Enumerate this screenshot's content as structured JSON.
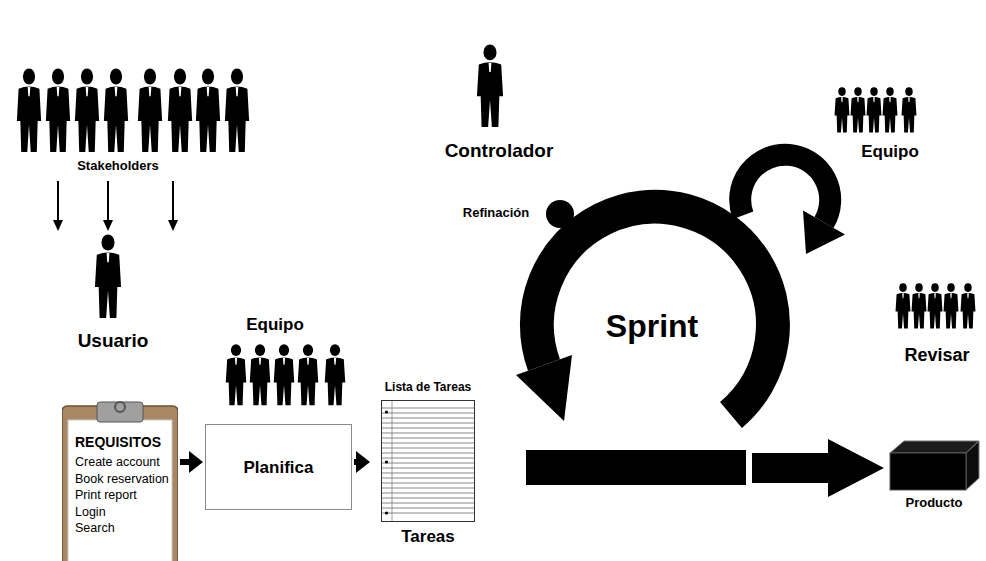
{
  "diagram": {
    "nodes": [
      {
        "text": [
          "REQUISITOS",
          "Create account",
          "Book reservation",
          "Print report",
          "Login",
          "Search"
        ]
      },
      {
        "text": [
          "Planifica"
        ]
      },
      {
        "text": [
          "Lista de Tareas",
          "Tareas"
        ]
      },
      {
        "text": [
          "Sprint"
        ]
      },
      {
        "text": [
          "Producto"
        ]
      }
    ],
    "edges": [
      {
        "from": 0,
        "to": 1,
        "arrow": "to"
      },
      {
        "from": 1,
        "to": 2,
        "arrow": "to"
      },
      {
        "from": 3,
        "to": 4,
        "arrow": "to"
      }
    ],
    "labels": [
      "Stakeholders",
      "Controlador",
      "Equipo",
      "Refinación",
      "Usuario",
      "Equipo",
      "Revisar"
    ]
  }
}
